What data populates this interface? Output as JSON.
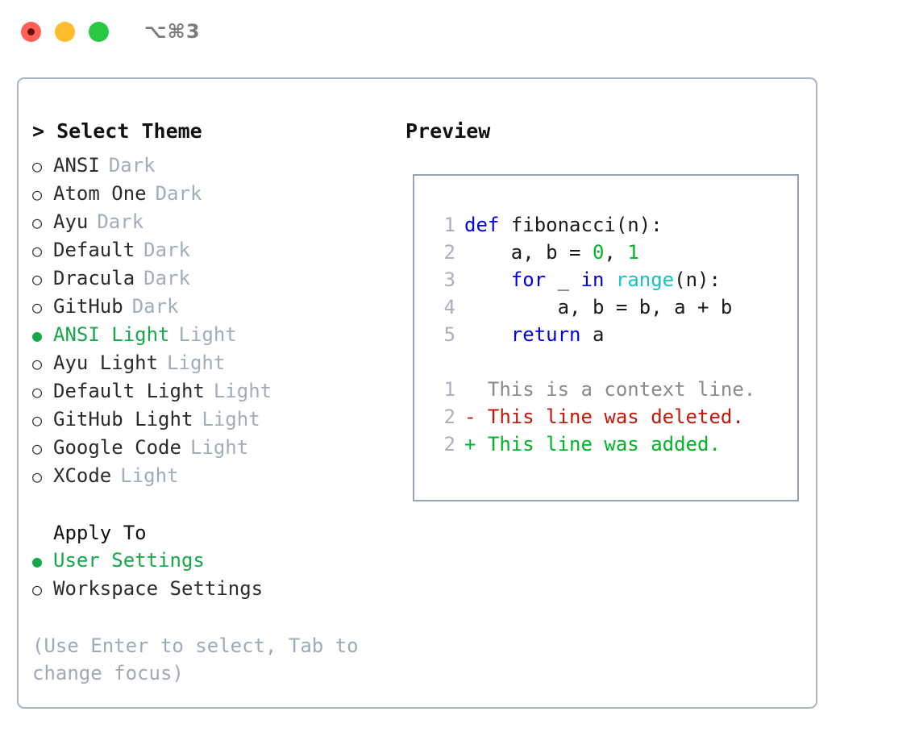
{
  "titlebar": {
    "dots": [
      {
        "name": "close-dot",
        "color": "#ff6059",
        "recording": true
      },
      {
        "name": "minimize-dot",
        "color": "#ffbd2e",
        "recording": false
      },
      {
        "name": "maximize-dot",
        "color": "#28c840",
        "recording": false
      }
    ],
    "shortcut": "⌥⌘3"
  },
  "accent": {
    "selected_green": "#17a84a",
    "muted_gray": "#a2adbb",
    "border": "#aab3c0"
  },
  "left": {
    "title": "> Select Theme",
    "themes": [
      {
        "marker": "○",
        "name": "ANSI",
        "variant": "Dark",
        "selected": false
      },
      {
        "marker": "○",
        "name": "Atom One",
        "variant": "Dark",
        "selected": false
      },
      {
        "marker": "○",
        "name": "Ayu",
        "variant": "Dark",
        "selected": false
      },
      {
        "marker": "○",
        "name": "Default",
        "variant": "Dark",
        "selected": false
      },
      {
        "marker": "○",
        "name": "Dracula",
        "variant": "Dark",
        "selected": false
      },
      {
        "marker": "○",
        "name": "GitHub",
        "variant": "Dark",
        "selected": false
      },
      {
        "marker": "●",
        "name": "ANSI Light",
        "variant": "Light",
        "selected": true
      },
      {
        "marker": "○",
        "name": "Ayu Light",
        "variant": "Light",
        "selected": false
      },
      {
        "marker": "○",
        "name": "Default Light",
        "variant": "Light",
        "selected": false
      },
      {
        "marker": "○",
        "name": "GitHub Light",
        "variant": "Light",
        "selected": false
      },
      {
        "marker": "○",
        "name": "Google Code",
        "variant": "Light",
        "selected": false
      },
      {
        "marker": "○",
        "name": "XCode",
        "variant": "Light",
        "selected": false
      }
    ],
    "apply_to": {
      "title": "Apply To",
      "options": [
        {
          "marker": "●",
          "label": "User Settings",
          "selected": true
        },
        {
          "marker": "○",
          "label": "Workspace Settings",
          "selected": false
        }
      ]
    },
    "hint": "(Use Enter to select, Tab to change focus)"
  },
  "right": {
    "title": "Preview",
    "code": {
      "lines": [
        {
          "number": "1",
          "segments": [
            {
              "text": "def ",
              "type": "kw"
            },
            {
              "text": "fibonacci(n):",
              "type": "txt"
            }
          ]
        },
        {
          "number": "2",
          "segments": [
            {
              "text": "    a, b = ",
              "type": "txt"
            },
            {
              "text": "0",
              "type": "num"
            },
            {
              "text": ", ",
              "type": "txt"
            },
            {
              "text": "1",
              "type": "num"
            }
          ]
        },
        {
          "number": "3",
          "segments": [
            {
              "text": "    ",
              "type": "txt"
            },
            {
              "text": "for",
              "type": "kw"
            },
            {
              "text": " _ ",
              "type": "txt"
            },
            {
              "text": "in",
              "type": "kw"
            },
            {
              "text": " ",
              "type": "txt"
            },
            {
              "text": "range",
              "type": "fn"
            },
            {
              "text": "(n):",
              "type": "txt"
            }
          ]
        },
        {
          "number": "4",
          "segments": [
            {
              "text": "        a, b = b, a + b",
              "type": "txt"
            }
          ]
        },
        {
          "number": "5",
          "segments": [
            {
              "text": "    ",
              "type": "txt"
            },
            {
              "text": "return",
              "type": "kw"
            },
            {
              "text": " a",
              "type": "txt"
            }
          ]
        }
      ],
      "diff": [
        {
          "number": "1",
          "marker": " ",
          "text": " This is a context line.",
          "type": "ctx"
        },
        {
          "number": "2",
          "marker": "-",
          "text": " This line was deleted.",
          "type": "del"
        },
        {
          "number": "2",
          "marker": "+",
          "text": " This line was added.",
          "type": "add"
        }
      ]
    }
  }
}
